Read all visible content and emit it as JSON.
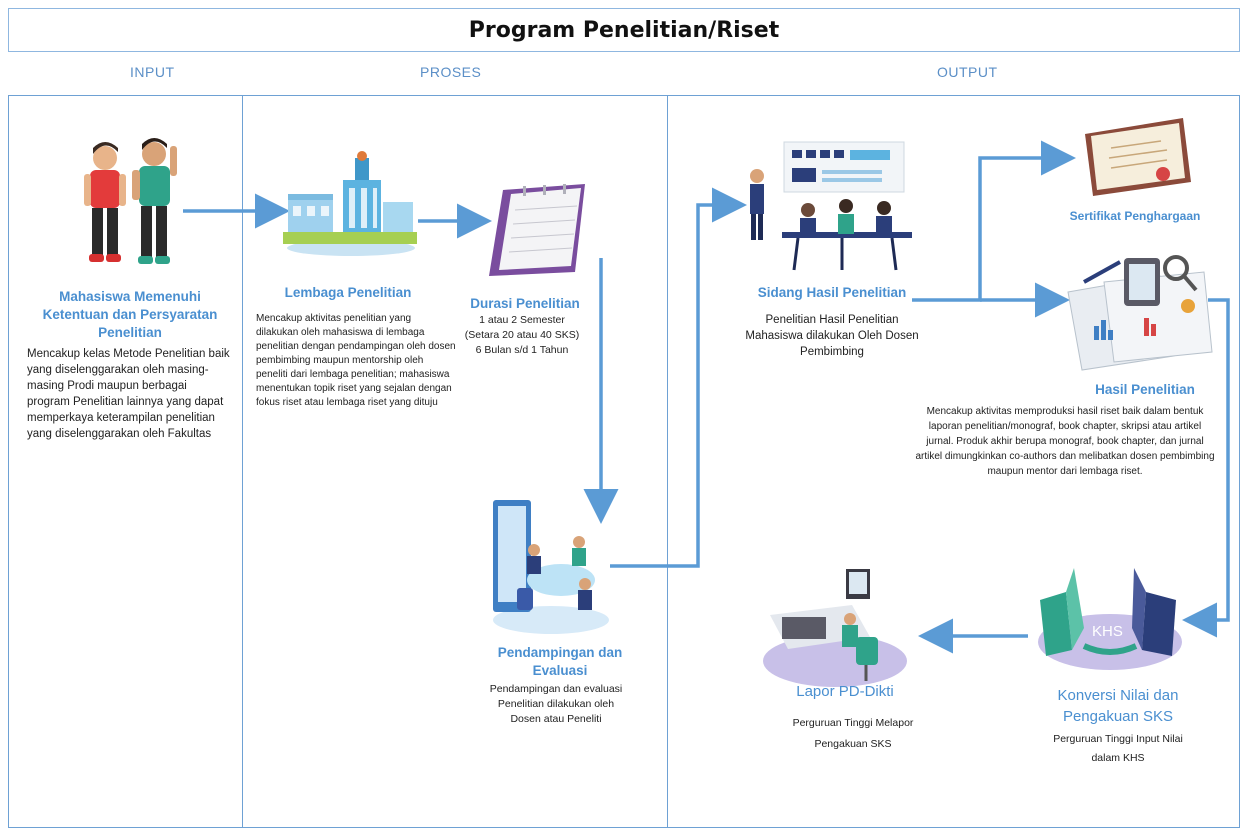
{
  "title": "Program Penelitian/Riset",
  "columns": {
    "input": "INPUT",
    "proses": "PROSES",
    "output": "OUTPUT"
  },
  "colors": {
    "accent": "#5b9bd5",
    "stage_title": "#4a8fd0",
    "border": "#6ea1d4"
  },
  "nodes": {
    "mahasiswa": {
      "title": "Mahasiswa Memenuhi Ketentuan dan Persyaratan Penelitian",
      "desc": "Mencakup kelas Metode Penelitian baik yang diselenggarakan oleh masing-masing Prodi maupun berbagai program Penelitian lainnya yang dapat memperkaya keterampilan penelitian yang diselenggarakan oleh Fakultas",
      "icon": "students-illustration"
    },
    "lembaga": {
      "title": "Lembaga Penelitian",
      "desc": "Mencakup aktivitas penelitian yang dilakukan oleh mahasiswa di lembaga penelitian dengan pendampingan oleh dosen pembimbing maupun mentorship oleh peneliti dari lembaga penelitian; mahasiswa menentukan topik riset yang sejalan dengan fokus riset atau lembaga riset yang dituju",
      "icon": "building-illustration"
    },
    "durasi": {
      "title": "Durasi Penelitian",
      "line1": "1 atau 2 Semester",
      "line2": "(Setara 20 atau 40 SKS)",
      "line3": "6 Bulan s/d 1 Tahun",
      "icon": "calendar-illustration"
    },
    "pendampingan": {
      "title": "Pendampingan dan Evaluasi",
      "desc": "Pendampingan dan evaluasi Penelitian dilakukan oleh Dosen atau Peneliti",
      "icon": "meeting-illustration"
    },
    "sidang": {
      "title": "Sidang Hasil Penelitian",
      "desc": "Penelitian Hasil Penelitian Mahasiswa dilakukan Oleh Dosen Pembimbing",
      "icon": "presentation-illustration"
    },
    "sertifikat": {
      "title": "Sertifikat Penghargaan",
      "icon": "certificate-illustration"
    },
    "hasil": {
      "title": "Hasil Penelitian",
      "desc": "Mencakup aktivitas memproduksi hasil riset baik dalam bentuk laporan penelitian/monograf, book chapter, skripsi atau artikel jurnal. Produk akhir berupa monograf, book chapter, dan jurnal artikel dimungkinkan co-authors dan melibatkan dosen pembimbing maupun mentor dari lembaga riset.",
      "icon": "research-report-illustration"
    },
    "konversi": {
      "title": "Konversi Nilai dan Pengakuan SKS",
      "desc": "Perguruan Tinggi Input Nilai dalam KHS",
      "badge": "KHS",
      "icon": "khs-illustration"
    },
    "lapor": {
      "title": "Lapor PD-Dikti",
      "desc": "Perguruan Tinggi Melapor Pengakuan SKS",
      "icon": "workstation-illustration"
    }
  }
}
